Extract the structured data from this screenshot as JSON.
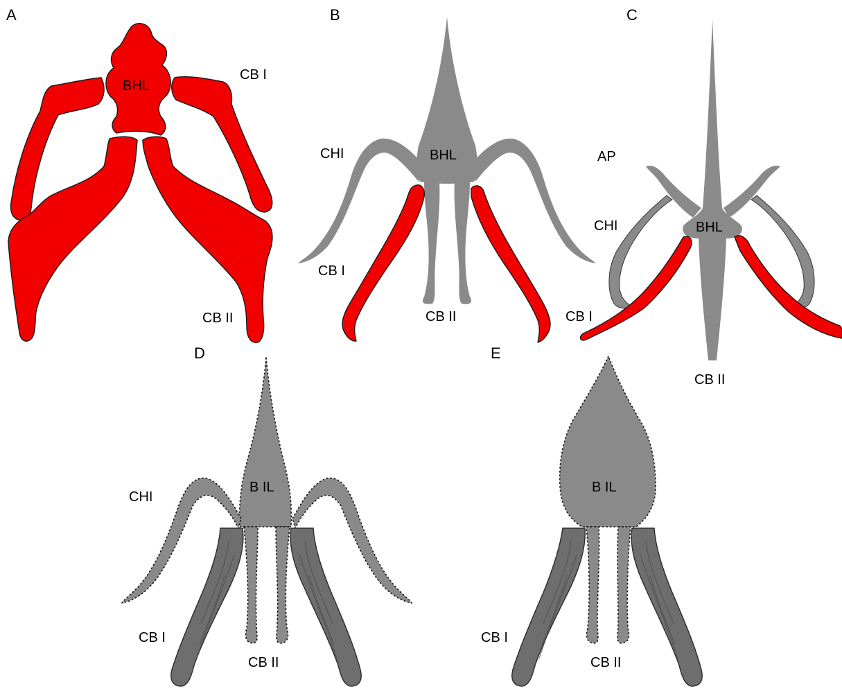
{
  "panels": {
    "a": {
      "letter": "A",
      "bhl": "BHL",
      "cb1": "CB I",
      "cb2": "CB II"
    },
    "b": {
      "letter": "B",
      "bhl": "BHL",
      "chi": "CHI",
      "cb1": "CB I",
      "cb2": "CB II"
    },
    "c": {
      "letter": "C",
      "bhl": "BHL",
      "ap": "AP",
      "chi": "CHI",
      "cb1": "CB I",
      "cb2": "CB II"
    },
    "d": {
      "letter": "D",
      "bhl": "B  IL",
      "chi": "CHI",
      "cb1": "CB I",
      "cb2": "CB II"
    },
    "e": {
      "letter": "E",
      "bhl": "B  IL",
      "cb1": "CB I",
      "cb2": "CB II"
    }
  },
  "colors": {
    "cartilage_red": "#f20000",
    "bone_grey": "#8a8a8a",
    "bone_3d": "#6e6e6e"
  }
}
